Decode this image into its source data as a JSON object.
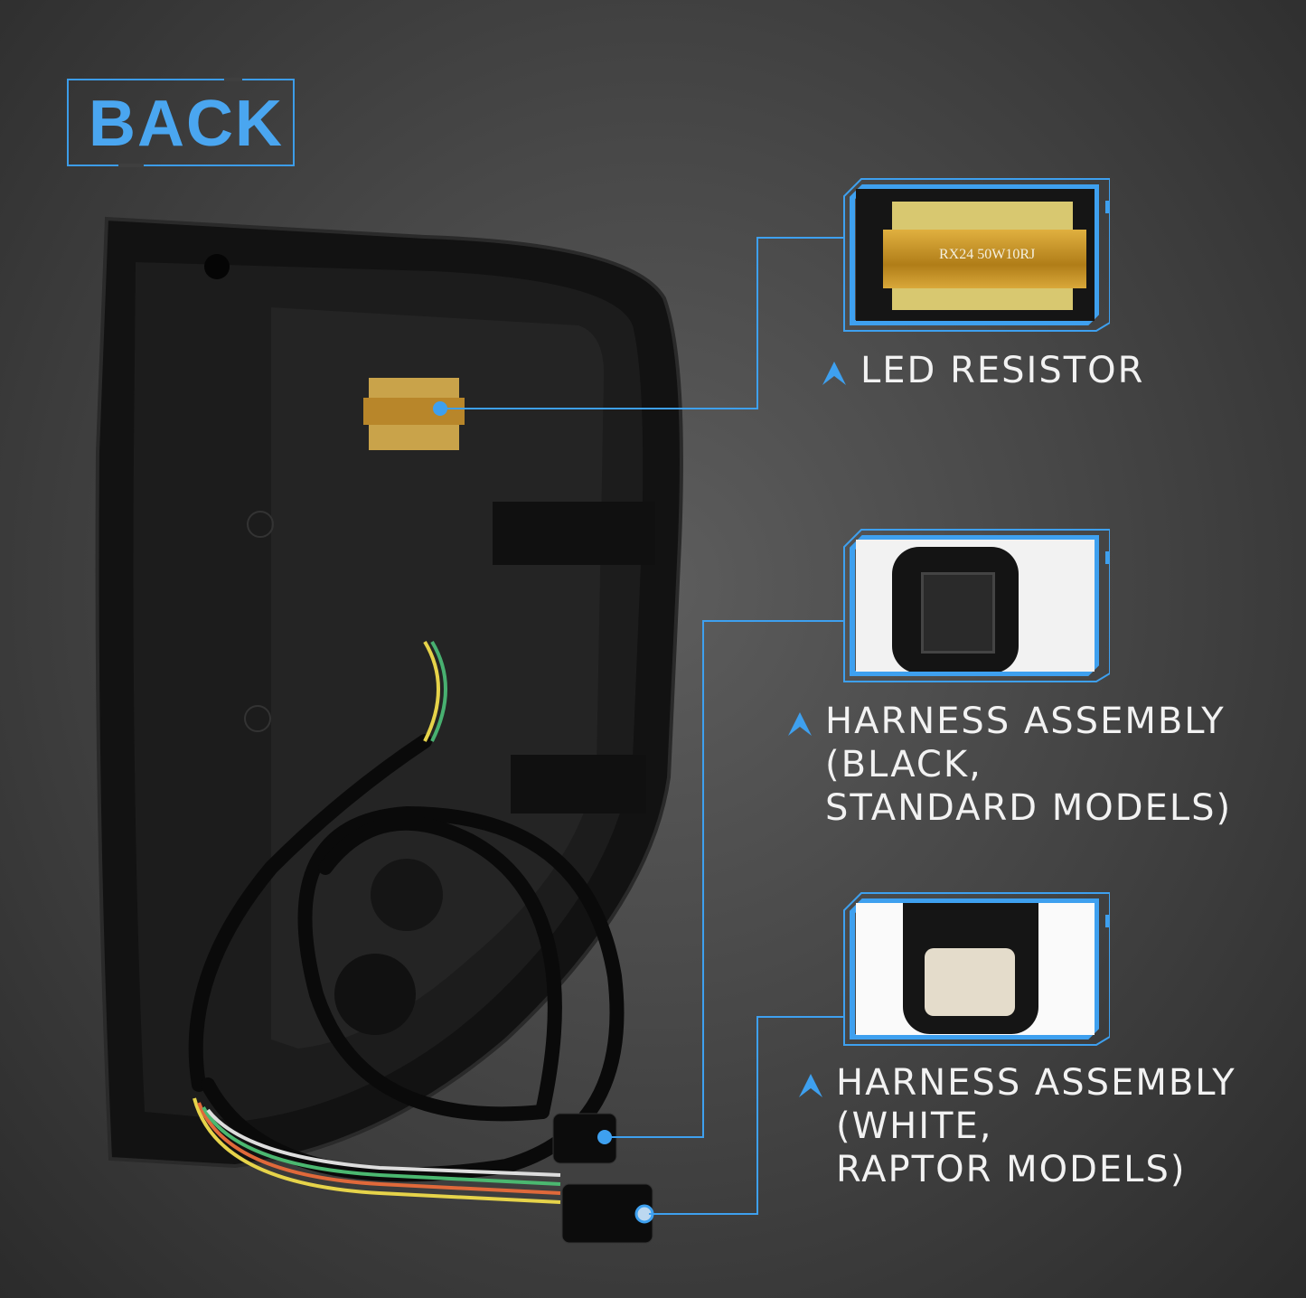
{
  "heading": {
    "label": "BACK"
  },
  "callouts": [
    {
      "title": "LED RESISTOR",
      "inset_text": "RX24 50W10RJ"
    },
    {
      "title_lines": [
        "HARNESS ASSEMBLY",
        "(BLACK,",
        "STANDARD MODELS)"
      ]
    },
    {
      "title_lines": [
        "HARNESS ASSEMBLY",
        "(WHITE,",
        "RAPTOR MODELS)"
      ]
    }
  ],
  "colors": {
    "accent": "#3ea0ef",
    "background": "#4a4a4a"
  }
}
